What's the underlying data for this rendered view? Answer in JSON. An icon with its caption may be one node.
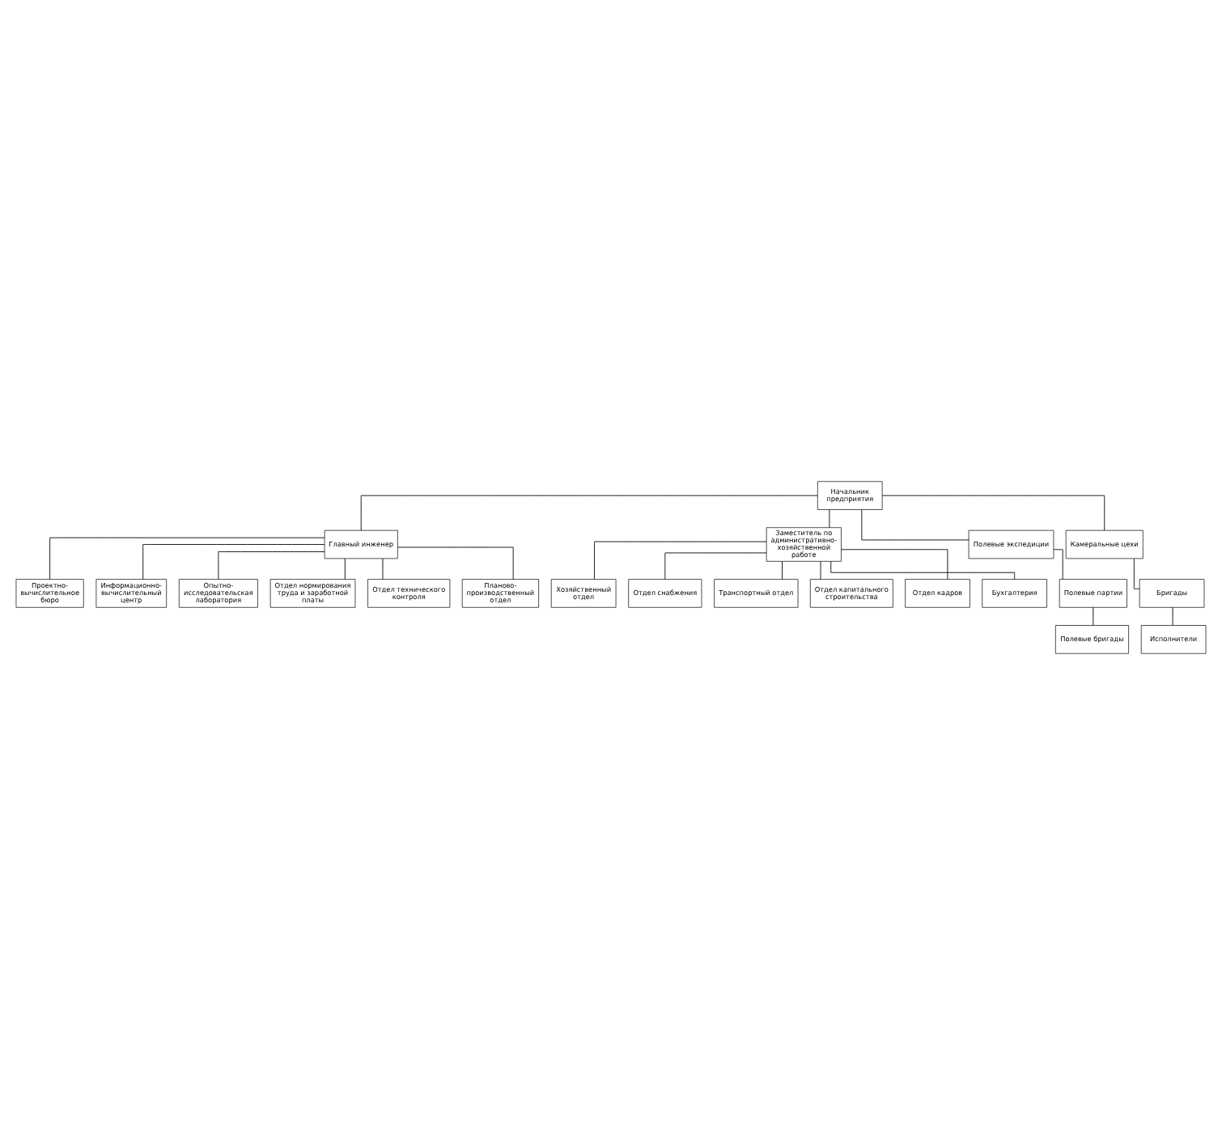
{
  "diagram": {
    "nodes": [
      {
        "text": [
          "Начальник предприятия"
        ]
      },
      {
        "text": [
          "Главный инженер"
        ]
      },
      {
        "text": [
          "Заместитель по административно-хозяйственной работе"
        ]
      },
      {
        "text": [
          "Отдел технического контроля"
        ]
      },
      {
        "text": [
          "Планово-производственный отдел"
        ]
      },
      {
        "text": [
          "Отдел кадров"
        ]
      },
      {
        "text": [
          "Бухгалтерия"
        ]
      },
      {
        "text": [
          "Опытно-исследовательская лаборатория"
        ]
      },
      {
        "text": [
          "Отдел нормирования труда и заработной платы"
        ]
      },
      {
        "text": [
          "Хозяйственный отдел"
        ]
      },
      {
        "text": [
          "Отдел снабжения"
        ]
      },
      {
        "text": [
          "Проектно-вычислительное бюро"
        ]
      },
      {
        "text": [
          "Информационно-вычислительный центр"
        ]
      },
      {
        "text": [
          "Транспортный отдел"
        ]
      },
      {
        "text": [
          "Отдел капитального строительства"
        ]
      },
      {
        "text": [
          "Полевые экспедиции"
        ]
      },
      {
        "text": [
          "Камеральные цехи"
        ]
      },
      {
        "text": [
          "Полевые партии"
        ]
      },
      {
        "text": [
          "Бригады"
        ]
      },
      {
        "text": [
          "Полевые бригады"
        ]
      },
      {
        "text": [
          "Исполнители"
        ]
      }
    ],
    "edges": [
      {
        "from": 0,
        "to": 1,
        "arrow": "none"
      },
      {
        "from": 0,
        "to": 2,
        "arrow": "none"
      },
      {
        "from": 1,
        "to": 3,
        "arrow": "none"
      },
      {
        "from": 1,
        "to": 4,
        "arrow": "none"
      },
      {
        "from": 1,
        "to": 7,
        "arrow": "none"
      },
      {
        "from": 1,
        "to": 8,
        "arrow": "none"
      },
      {
        "from": 1,
        "to": 11,
        "arrow": "none"
      },
      {
        "from": 1,
        "to": 12,
        "arrow": "none"
      },
      {
        "from": 2,
        "to": 5,
        "arrow": "none"
      },
      {
        "from": 2,
        "to": 6,
        "arrow": "none"
      },
      {
        "from": 2,
        "to": 9,
        "arrow": "none"
      },
      {
        "from": 2,
        "to": 10,
        "arrow": "none"
      },
      {
        "from": 2,
        "to": 13,
        "arrow": "none"
      },
      {
        "from": 2,
        "to": 14,
        "arrow": "none"
      },
      {
        "from": 0,
        "to": 15,
        "arrow": "none"
      },
      {
        "from": 0,
        "to": 16,
        "arrow": "none"
      },
      {
        "from": 15,
        "to": 17,
        "arrow": "none"
      },
      {
        "from": 17,
        "to": 19,
        "arrow": "none"
      },
      {
        "from": 16,
        "to": 18,
        "arrow": "none"
      },
      {
        "from": 18,
        "to": 20,
        "arrow": "none"
      }
    ]
  }
}
